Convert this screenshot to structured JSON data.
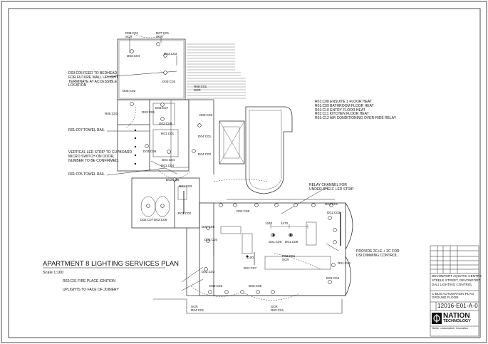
{
  "title": "APARTMENT 8 LIGHTING SERVICES PLAN",
  "scale": "Scale 1:100",
  "annotations": {
    "bedhead": "D03:C05 FEED TO BEDHEAD\nFOR FUTURE WALL UPLIGHT\nTERMINATE AT ACCESSIBLE\nLOCATION",
    "towel_rail_1": "R01:C07 TOWEL RAIL",
    "led_strip": "VERTICAL LED STRIP TO CUPBOARD\nMICRO SWITCH ON DOOR,\nNUMBER TO BE CONFIRMED.",
    "towel_rail_2": "R01:C05 TOWEL RAIL",
    "floor_heat": "R01:C08 ENSUITE 1 FLOOR HEAT\nR01:C09 BATHROOM FLOOR HEAT\nR01:C10 ENTRY FLOOR HEAT\nR01:C11 KITCHEN FLOOR HEAT\nR01:C12 AIR CONDITIONING OVER-RIDE RELAY",
    "relay": "RELAY CHANNEL FOR\nUNDER SHELF LED STRIP",
    "dsi": "PROVIDE 2C+E + 2C FOR\nDSI DIMMING CONTROL.",
    "fireplace": "R02:C01 FIRE PLACE IGNITION",
    "uplights": "UPLIGHTS TO FACE OF JOINERY"
  },
  "labels": {
    "r06": "R06:C01\nSCR",
    "r07": "R07:C01\nSCR",
    "d03c04": "D03:C04",
    "d03c03": "D03:C03",
    "d03c02": "D03:C02",
    "r08": "R08:C01\nSCR",
    "r05": "R05:C01",
    "d04c03": "D04:C03",
    "d03c07": "D03:C07",
    "d03c01": "D03:C01",
    "d03c08": "D03:C08",
    "d04c01": "D04:C01",
    "r01c01": "R01:C01",
    "d04c02": "D04:C02",
    "d04c04": "D04:C04",
    "d03c06": "D03:C06",
    "r01c04": "R01:C04",
    "d02c08": "D02:C08",
    "r01c03": "R01:C03",
    "r01c02": "R01:C02",
    "d02c07": "D02:C07",
    "d02c06": "D02:C06",
    "d02c05": "D02:C05",
    "d02c04": "D02:C04",
    "d01c08": "D01:C08",
    "d01c01": "D01:C01",
    "d01c03": "D01:C03",
    "d01c06": "D01:C06",
    "d01c05": "D01:C05",
    "d01c07": "D01:C07",
    "r02c01": "R02:C01\nSCR",
    "r01c21": "R01:C21",
    "d01c04": "D01:C04",
    "d02c03": "D02:C03",
    "d02c02": "D02:C02",
    "d02c09": "D02:C09",
    "r04": "SCR\nR04:C01",
    "r03": "SCR\nR03:C01",
    "dim_1240": "1240",
    "dim_1470": "1470",
    "dim_1100": "1100"
  },
  "title_block": {
    "project_name": "DEVONPORT AQUATIC CENTRE",
    "project_address": "STEELE STREET, DEVONPORT",
    "project_scope": "DALI LIGHTING CONTROL",
    "drawing_title": "C-BUS AUTOMATION PLAN\nGROUND FLOOR",
    "drawing_number": "12016-E01-A-0",
    "company_name": "NATION",
    "company_name_2": "TECHNOLOGY",
    "company_tagline": "Better • Automated • Innovation"
  }
}
